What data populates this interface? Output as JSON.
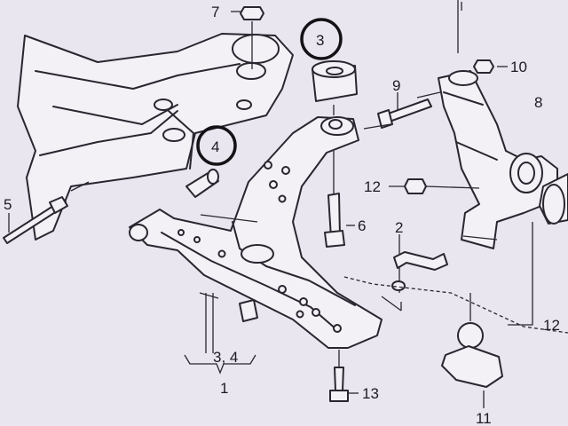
{
  "colors": {
    "paper": "#e9e6f0",
    "ink": "#2a2630"
  },
  "callouts": [
    {
      "id": "callout-7",
      "text": "7"
    },
    {
      "id": "callout-3-circled",
      "text": "3"
    },
    {
      "id": "callout-10",
      "text": "10"
    },
    {
      "id": "callout-9",
      "text": "9"
    },
    {
      "id": "callout-8",
      "text": "8"
    },
    {
      "id": "callout-4-circled",
      "text": "4"
    },
    {
      "id": "callout-12-upper",
      "text": "12"
    },
    {
      "id": "callout-5",
      "text": "5"
    },
    {
      "id": "callout-6",
      "text": "6"
    },
    {
      "id": "callout-2",
      "text": "2"
    },
    {
      "id": "callout-3-4",
      "text": "3, 4"
    },
    {
      "id": "callout-1",
      "text": "1"
    },
    {
      "id": "callout-13",
      "text": "13"
    },
    {
      "id": "callout-12-lower",
      "text": "12"
    },
    {
      "id": "callout-11",
      "text": "11"
    }
  ]
}
